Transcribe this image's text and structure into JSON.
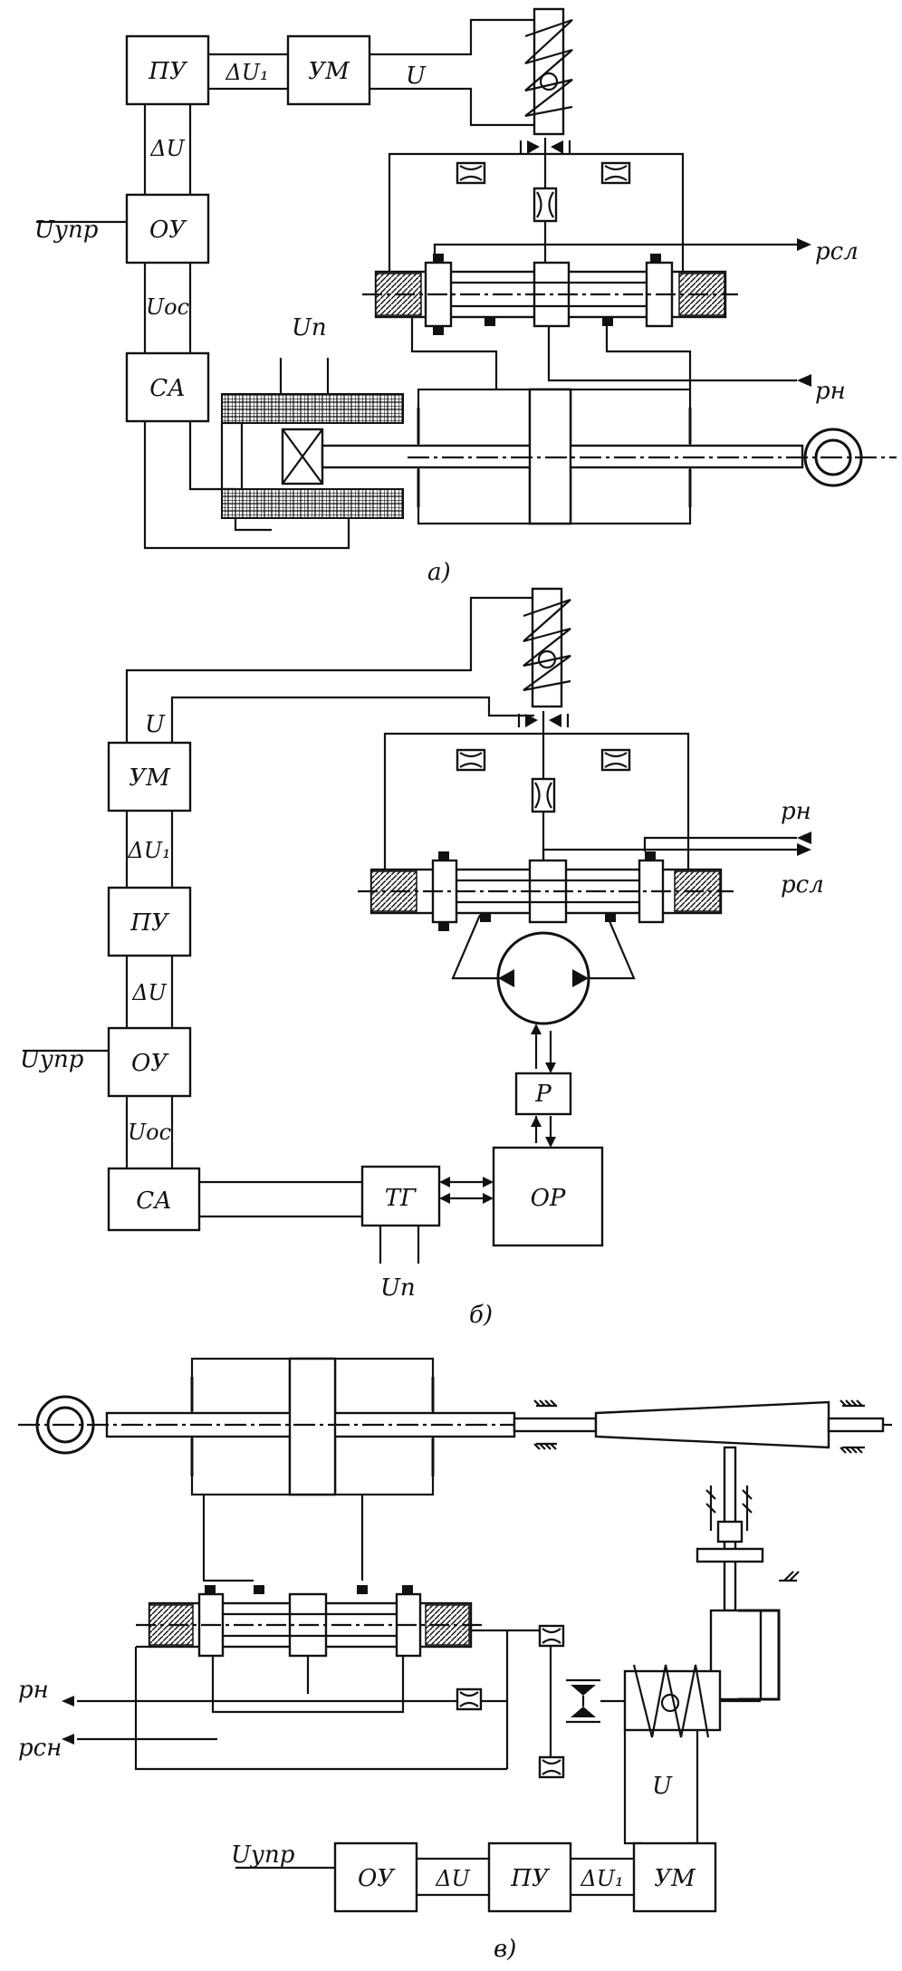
{
  "diagram_a": {
    "caption": "а)",
    "blocks": {
      "pu": "ПУ",
      "um": "УМ",
      "ou": "ОУ",
      "sa": "СА"
    },
    "signals": {
      "du1": "ΔU₁",
      "u": "U",
      "du": "ΔU",
      "uupr": "Uупр",
      "uos": "Uос",
      "up": "Uп"
    },
    "ports": {
      "psl": "pсл",
      "pn": "pн"
    }
  },
  "diagram_b": {
    "caption": "б)",
    "blocks": {
      "um": "УМ",
      "pu": "ПУ",
      "ou": "ОУ",
      "sa": "СА",
      "tg": "ТГ",
      "r": "Р",
      "or": "ОР"
    },
    "signals": {
      "u": "U",
      "du1": "ΔU₁",
      "du": "ΔU",
      "uupr": "Uупр",
      "uos": "Uос",
      "up": "Uп"
    },
    "ports": {
      "pn": "pн",
      "psl": "pсл"
    }
  },
  "diagram_v": {
    "caption": "в)",
    "blocks": {
      "ou": "ОУ",
      "pu": "ПУ",
      "um": "УМ"
    },
    "signals": {
      "uupr": "Uупр",
      "du": "ΔU",
      "du1": "ΔU₁",
      "u": "U"
    },
    "ports": {
      "pn": "pн",
      "psn": "pсн"
    }
  }
}
